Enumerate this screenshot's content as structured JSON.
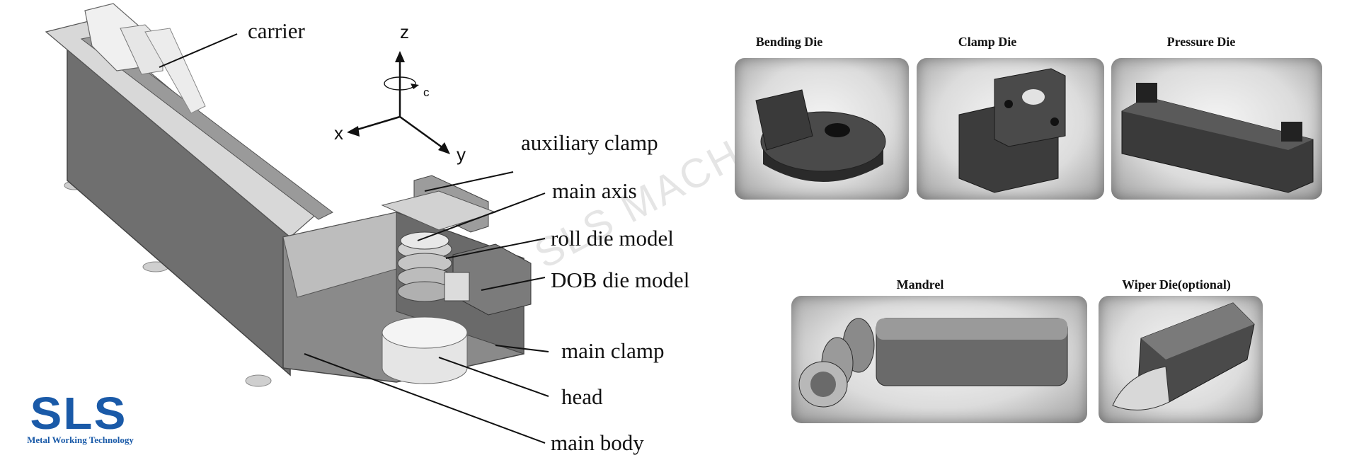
{
  "diagram": {
    "part_labels": {
      "carrier": "carrier",
      "auxiliary_clamp": "auxiliary clamp",
      "main_axis": "main axis",
      "roll_die_model": "roll die model",
      "dob_die_model": "DOB die model",
      "main_clamp": "main clamp",
      "head": "head",
      "main_body": "main body"
    },
    "axes": {
      "z": "z",
      "x": "x",
      "y": "y",
      "c": "c"
    }
  },
  "tooling": [
    {
      "title": "Bending Die",
      "icon": "bending-die-photo"
    },
    {
      "title": "Clamp Die",
      "icon": "clamp-die-photo"
    },
    {
      "title": "Pressure Die",
      "icon": "pressure-die-photo"
    },
    {
      "title": "Mandrel",
      "icon": "mandrel-photo"
    },
    {
      "title": "Wiper Die(optional)",
      "icon": "wiper-die-photo"
    }
  ],
  "logo": {
    "text": "SLS",
    "tagline": "Metal Working Technology",
    "color": "#1a5aa8"
  },
  "watermark": "SLS MACHINERY"
}
